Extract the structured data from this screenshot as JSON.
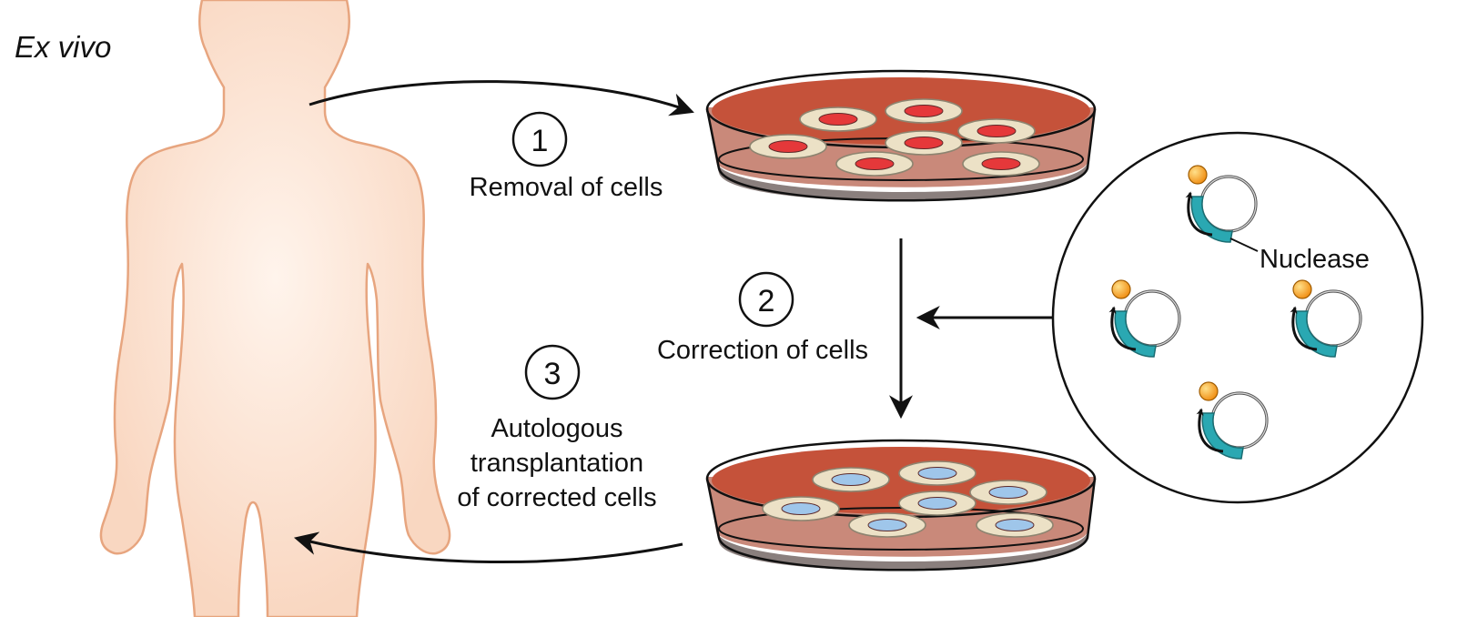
{
  "title": "Ex vivo",
  "steps": [
    {
      "number": "1",
      "lines": [
        "Removal of cells"
      ]
    },
    {
      "number": "2",
      "lines": [
        "Correction of cells"
      ]
    },
    {
      "number": "3",
      "lines": [
        "Autologous",
        "transplantation",
        "of corrected cells"
      ]
    }
  ],
  "inset": {
    "label": "Nuclease"
  },
  "colors": {
    "body_fill": "#fbdcc6",
    "body_outline": "#e7a57f",
    "medium": "#c5523a",
    "dish_base": "#8a7f7d",
    "cell_body": "#ece1c6",
    "nucleus_uncorrected": "#e5383a",
    "nucleus_corrected": "#9fc6ea",
    "nuclease": "#2aa8b2",
    "ligand": "#f4a21e"
  }
}
